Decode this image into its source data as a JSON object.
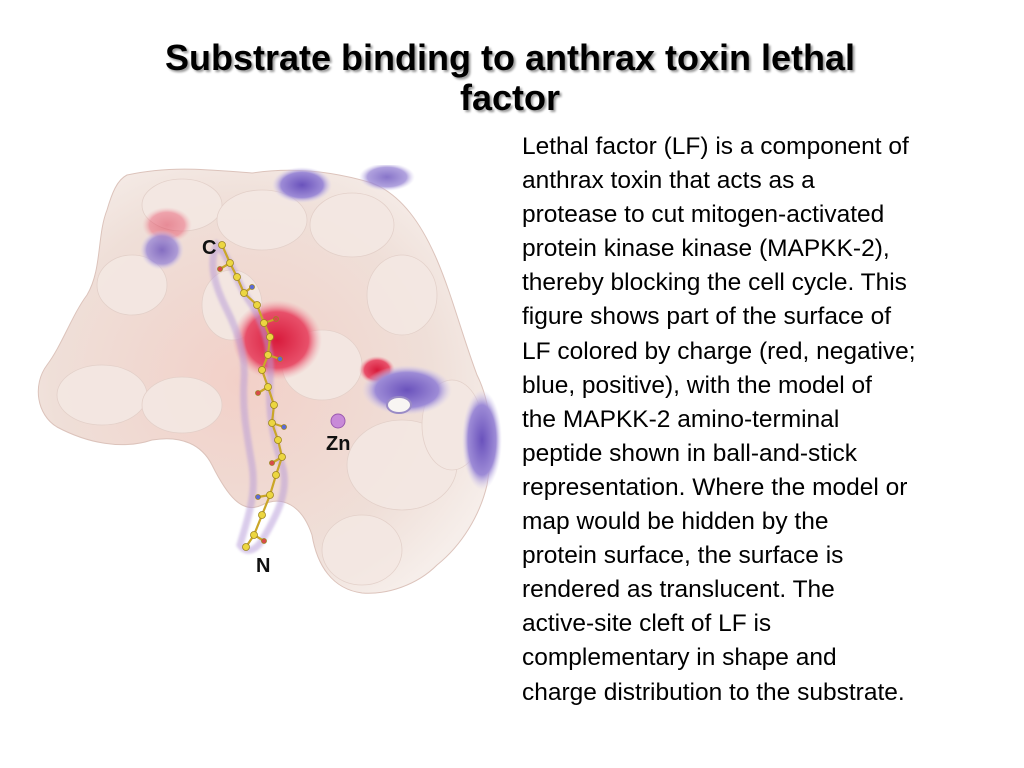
{
  "slide": {
    "title_lines": [
      "Substrate binding to anthrax toxin lethal",
      "factor"
    ],
    "body_lines": [
      "Lethal factor (LF) is a component of",
      "anthrax toxin that acts as a",
      "protease to cut mitogen-activated",
      "protein kinase kinase (MAPKK-2),",
      "thereby blocking the cell cycle. This",
      "figure shows part of the surface of",
      "LF colored by charge (red, negative;",
      "blue, positive), with the model of",
      "the MAPKK-2 amino-terminal",
      "peptide shown in ball-and-stick",
      "representation. Where the model or",
      "map would be hidden by the",
      "protein surface, the surface is",
      "rendered as translucent. The",
      "active-site cleft of LF is",
      "complementary in shape and",
      "charge distribution to the substrate."
    ]
  },
  "figure": {
    "labels": {
      "c_terminus": "C",
      "zinc": "Zn",
      "n_terminus": "N"
    },
    "colors": {
      "surface": "#efdcd6",
      "negative": "#e0304a",
      "positive": "#7a62c4",
      "peptide": "#e6d23a",
      "zinc": "#c88ad8"
    }
  }
}
